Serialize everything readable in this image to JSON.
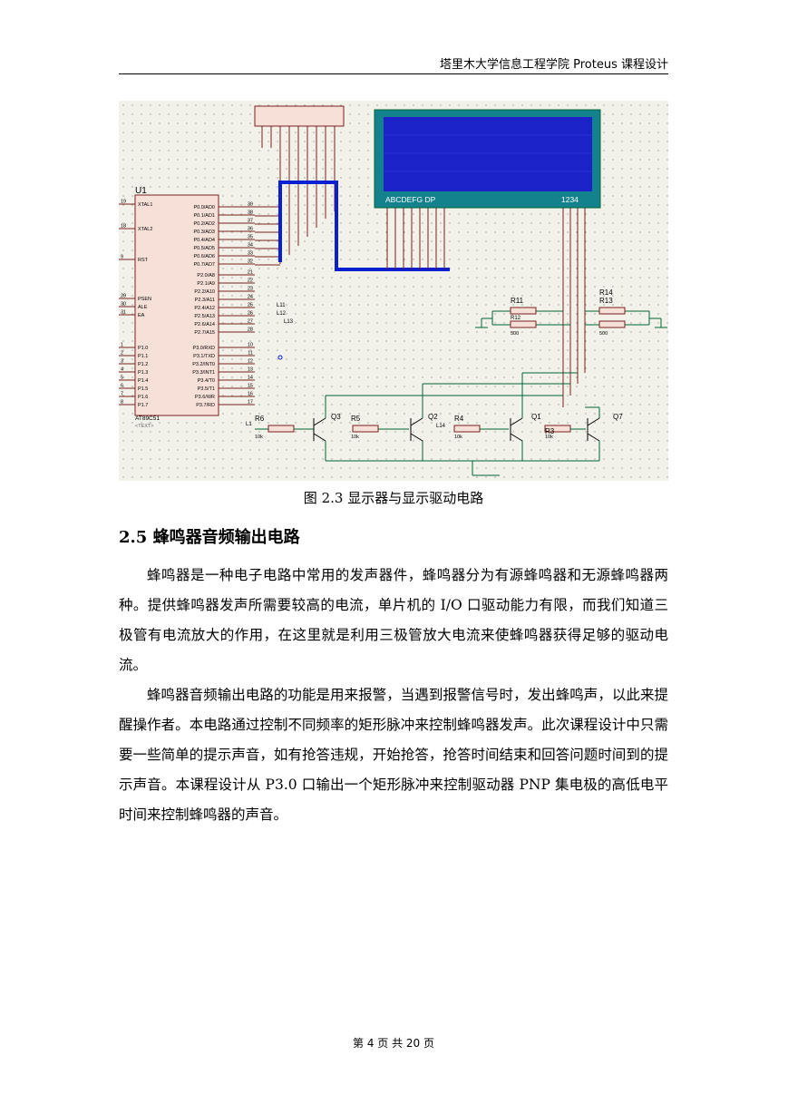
{
  "header": {
    "title": "塔里木大学信息工程学院 Proteus 课程设计"
  },
  "figure": {
    "caption": "图 2.3  显示器与显示驱动电路",
    "schematic": {
      "mcu_name": "U1",
      "mcu_part": "AT89C51",
      "text_placeholder": "<TEXT>",
      "left_pins": [
        {
          "num": "19",
          "name": "XTAL1"
        },
        {
          "num": "18",
          "name": "XTAL2"
        },
        {
          "num": "9",
          "name": "RST"
        },
        {
          "num": "29",
          "name": "PSEN"
        },
        {
          "num": "30",
          "name": "ALE"
        },
        {
          "num": "31",
          "name": "EA"
        },
        {
          "num": "1",
          "name": "P1.0"
        },
        {
          "num": "2",
          "name": "P1.1"
        },
        {
          "num": "3",
          "name": "P1.2"
        },
        {
          "num": "4",
          "name": "P1.3"
        },
        {
          "num": "5",
          "name": "P1.4"
        },
        {
          "num": "6",
          "name": "P1.5"
        },
        {
          "num": "7",
          "name": "P1.6"
        },
        {
          "num": "8",
          "name": "P1.7"
        }
      ],
      "p0_pins": [
        {
          "num": "39",
          "name": "P0.0/AD0"
        },
        {
          "num": "38",
          "name": "P0.1/AD1"
        },
        {
          "num": "37",
          "name": "P0.2/AD2"
        },
        {
          "num": "36",
          "name": "P0.3/AD3"
        },
        {
          "num": "35",
          "name": "P0.4/AD4"
        },
        {
          "num": "34",
          "name": "P0.5/AD5"
        },
        {
          "num": "33",
          "name": "P0.6/AD6"
        },
        {
          "num": "32",
          "name": "P0.7/AD7"
        }
      ],
      "p2_pins": [
        {
          "num": "21",
          "name": "P2.0/A8"
        },
        {
          "num": "22",
          "name": "P2.1/A9"
        },
        {
          "num": "23",
          "name": "P2.2/A10"
        },
        {
          "num": "24",
          "name": "P2.3/A11"
        },
        {
          "num": "25",
          "name": "P2.4/A12"
        },
        {
          "num": "26",
          "name": "P2.5/A13"
        },
        {
          "num": "27",
          "name": "P2.6/A14"
        },
        {
          "num": "28",
          "name": "P2.7/A15"
        }
      ],
      "p3_pins": [
        {
          "num": "10",
          "name": "P3.0/RXD"
        },
        {
          "num": "11",
          "name": "P3.1/TXD"
        },
        {
          "num": "12",
          "name": "P3.2/INT0"
        },
        {
          "num": "13",
          "name": "P3.3/INT1"
        },
        {
          "num": "14",
          "name": "P3.4/T0"
        },
        {
          "num": "15",
          "name": "P3.5/T1"
        },
        {
          "num": "16",
          "name": "P3.6/WR"
        },
        {
          "num": "17",
          "name": "P3.7/RD"
        }
      ],
      "net_labels": [
        "L11",
        "L12",
        "L13",
        "L14",
        "L1"
      ],
      "display_segments": "ABCDEFG  DP",
      "display_digits": "1234",
      "resistors": [
        {
          "name": "R11",
          "value": "500"
        },
        {
          "name": "R12",
          "value": "500"
        },
        {
          "name": "R13",
          "value": "500"
        },
        {
          "name": "R14",
          "value": "500"
        },
        {
          "name": "R6",
          "value": "10k"
        },
        {
          "name": "R5",
          "value": "10k"
        },
        {
          "name": "R4",
          "value": "10k"
        },
        {
          "name": "R3",
          "value": "10k"
        }
      ],
      "transistors": [
        "Q3",
        "Q2",
        "Q1",
        "Q7"
      ]
    }
  },
  "section": {
    "title": "2.5 蜂鸣器音频输出电路"
  },
  "paragraphs": [
    "蜂鸣器是一种电子电路中常用的发声器件，蜂鸣器分为有源蜂鸣器和无源蜂鸣器两种。提供蜂鸣器发声所需要较高的电流，单片机的 I/O 口驱动能力有限，而我们知道三极管有电流放大的作用，在这里就是利用三极管放大电流来使蜂鸣器获得足够的驱动电流。",
    "蜂鸣器音频输出电路的功能是用来报警，当遇到报警信号时，发出蜂鸣声，以此来提醒操作者。本电路通过控制不同频率的矩形脉冲来控制蜂鸣器发声。此次课程设计中只需要一些简单的提示声音，如有抢答违规，开始抢答，抢答时间结束和回答问题时间到的提示声音。本课程设计从 P3.0 口输出一个矩形脉冲来控制驱动器 PNP 集电极的高低电平时间来控制蜂鸣器的声音。"
  ],
  "footer": {
    "page": "第 4 页  共 20 页"
  }
}
